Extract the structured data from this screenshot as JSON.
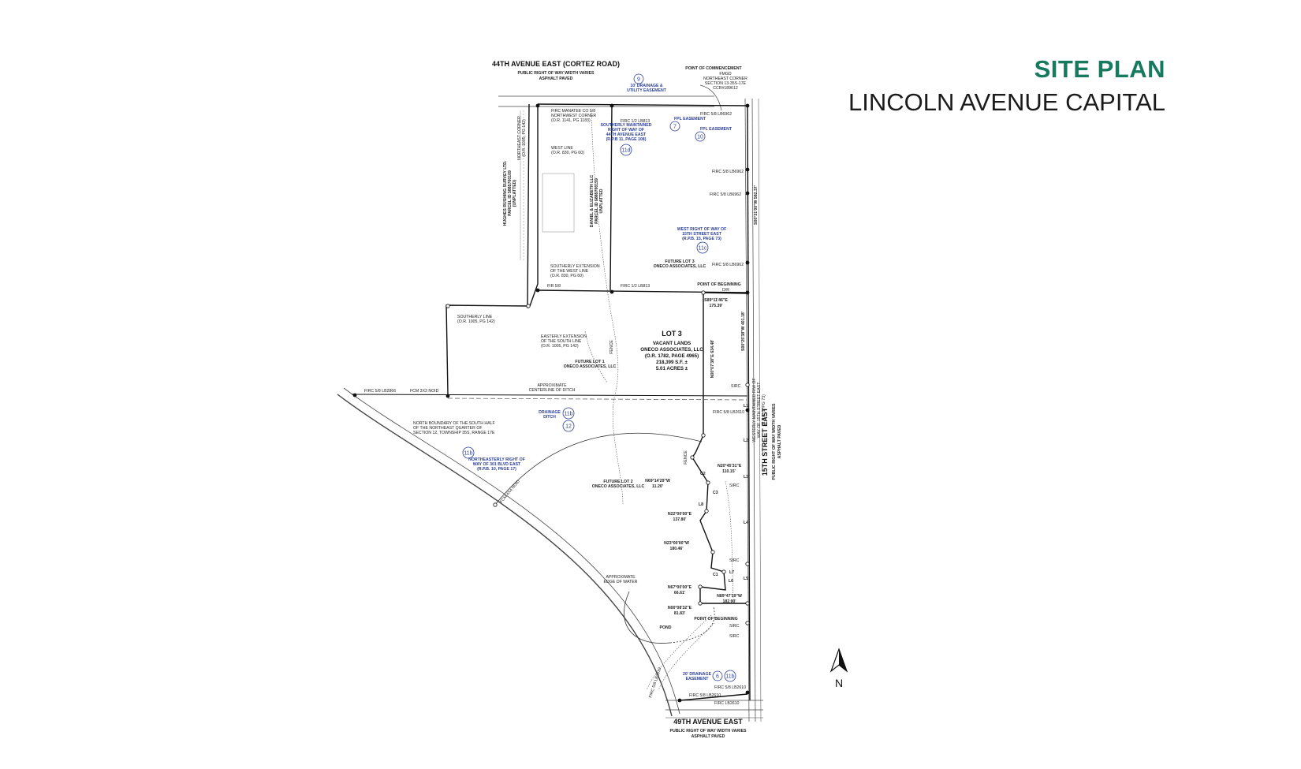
{
  "header": {
    "title": "SITE PLAN",
    "company": "LINCOLN AVENUE CAPITAL"
  },
  "colors": {
    "title": "#177a5e",
    "company": "#1b1b1b",
    "easement": "#2b3f9a",
    "lines": "#222222"
  },
  "roads": {
    "north": {
      "name": "44TH AVENUE EAST (CORTEZ ROAD)",
      "line1": "PUBLIC RIGHT OF WAY WIDTH VARIES",
      "line2": "ASPHALT PAVED"
    },
    "east": {
      "name": "15TH STREET EAST",
      "line1": "PUBLIC RIGHT OF WAY WIDTH VARIES",
      "line2": "ASPHALT PAVED"
    },
    "south": {
      "name": "49TH AVENUE EAST",
      "line1": "PUBLIC RIGHT OF WAY WIDTH VARIES",
      "line2": "ASPHALT PAVED"
    }
  },
  "lot3": {
    "title": "LOT 3",
    "line1": "VACANT LANDS",
    "line2": "ONECO ASSOCIATES, LLC",
    "line3": "(O.R. 1782, PAGE 4965)",
    "line4": "218,399 S.F. ±",
    "line5": "5.01 ACRES ±"
  },
  "future_lots": {
    "lot1": {
      "line1": "FUTURE LOT 1",
      "line2": "ONECO ASSOCIATES, LLC"
    },
    "lot2": {
      "line1": "FUTURE LOT 2",
      "line2": "ONECO ASSOCIATES, LLC"
    },
    "lot3": {
      "line1": "FUTURE LOT 3",
      "line2": "ONECO ASSOCIATES, LLC"
    }
  },
  "points": {
    "commencement": {
      "line1": "POINT OF COMMENCEMENT",
      "line2": "FMGD",
      "line3": "NORTHEAST CORNER",
      "line4": "SECTION 13-35S-17E",
      "line5": "CCR#189612"
    },
    "beginning_north": "POINT OF BEGINNING",
    "beginning_south": "POINT OF BEGINNING"
  },
  "easements": {
    "drainage_utility": {
      "line1": "10' DRAINAGE &",
      "line2": "UTILITY EASEMENT",
      "num": "9"
    },
    "fpl_west": {
      "text": "FPL EASEMENT",
      "num": "7"
    },
    "fpl_east": {
      "text": "FPL EASEMENT",
      "num": "10"
    },
    "southerly_row": {
      "line1": "SOUTHERLY MAINTAINED",
      "line2": "RIGHT OF WAY OF",
      "line3": "44TH AVENUE EAST",
      "line4": "(R.P.B 11, PAGE 108)",
      "num": "11d"
    },
    "west_row_15th": {
      "line1": "WEST RIGHT OF WAY OF",
      "line2": "15TH STREET EAST",
      "line3": "(R.P.B. 15, PAGE 73)",
      "num": "11c"
    },
    "drainage_ditch": {
      "line1": "DRAINAGE",
      "line2": "DITCH",
      "num_a": "11b",
      "num_b": "12"
    },
    "ne_row_301": {
      "line1": "NORTHEASTERLY RIGHT OF",
      "line2": "WAY OF 301 BLVD EAST",
      "line3": "(R.P.B. 10, PAGE 17)",
      "num": "11b"
    },
    "drainage_south": {
      "line1": "20' DRAINAGE",
      "line2": "EASEMENT",
      "num_a": "6",
      "num_b": "11b"
    }
  },
  "labels": {
    "firc_manatee": {
      "line1": "FIRC MANATEE CO 5/8",
      "line2": "NORTHWEST CORNER",
      "line3": "(O.R. 1141, PG 1183)"
    },
    "west_line": {
      "line1": "WEST LINE",
      "line2": "(O.R. 830, PG 60)"
    },
    "southerly_ext": {
      "line1": "SOUTHERLY EXTENSION",
      "line2": "OF THE WEST LINE",
      "line3": "(O.R. 830, PG 60)"
    },
    "southerly_line": {
      "line1": "SOUTHERLY LINE",
      "line2": "(O.R. 1005, PG 142)"
    },
    "easterly_ext": {
      "line1": "EASTERLY EXTENSION",
      "line2": "OF THE SOUTH LINE",
      "line3": "(O.R. 1005, PG 142)"
    },
    "centerline_ditch": {
      "line1": "APPROXIMATE",
      "line2": "CENTERLINE OF DITCH"
    },
    "north_boundary": {
      "line1": "NORTH BOUNDARY OF THE SOUTH HALF",
      "line2": "OF THE NORTHEAST QUARTER OF",
      "line3": "SECTION 12, TOWNSHIP 35S, RANGE 17E"
    },
    "edge_of_water": {
      "line1": "APPROXIMATE",
      "line2": "EDGE OF WATER"
    },
    "pond": "POND",
    "westerly_row": {
      "line1": "WESTERLY MAINTAINED R/W OF",
      "line2": "WAY OF 15TH STREET EAST",
      "line3": "(R.P.B. 1, PG 73)"
    },
    "hughes_parcel": {
      "line1": "HUGHES RUSHING SURVEY LTD.",
      "line2": "PARCEL ID 5885700109",
      "line3": "(UNPLATTED)"
    },
    "northeast_corner": {
      "line1": "NORTHEAST CORNER",
      "line2": "(O.R. 1005, PG 142)"
    },
    "daniel_parcel": {
      "line1": "DANIEL & ELIZABETH LLC",
      "line2": "PARCEL ID 5885700159",
      "line3": "UNPLATTED"
    },
    "fence_line": "FENCE",
    "firc_list": [
      "FIRC 1/2 LB813",
      "FIRC 5/8 LB6962",
      "FIRC 5/8 LB6962",
      "FIRC 5/8 LB6962",
      "FIRC 5/8 LB6962",
      "FIR 5/8",
      "FIRC 1/2 LB813",
      "FIRC 5/8 LB2866",
      "FCM 3X3 NOID",
      "FIRC 5/8 LB2610",
      "FCM 4X4 NOID",
      "FIRC 5/8 LB2610",
      "FIRC 5/8 LB2610",
      "FIRC LB2610",
      "SIRC",
      "SIRC",
      "SIRC",
      "SIRC",
      "SIRC",
      "D/R",
      "FIRC 5/8 LB2610"
    ]
  },
  "bearings": [
    {
      "bearing": "S89°11'46\"E",
      "distance": "175.39'"
    },
    {
      "bearing": "N20°45'31\"E",
      "distance": "110.15'"
    },
    {
      "bearing": "N69°14'29\"W",
      "distance": "11.20'"
    },
    {
      "bearing": "N22°00'00\"E",
      "distance": "137.80'"
    },
    {
      "bearing": "N23°00'00\"W",
      "distance": "180.46'"
    },
    {
      "bearing": "N67°00'00\"E",
      "distance": "66.61'"
    },
    {
      "bearing": "N00°08'32\"E",
      "distance": "81.83'"
    },
    {
      "bearing": "N89°47'29\"W",
      "distance": "182.90'"
    }
  ],
  "side_bearings": {
    "west_lot3": "N00°07'38\"E 634.48'",
    "east_lot3": "S00°25'38\"W 401.18'",
    "east_north": "S00°31'00\"W 582.37'"
  },
  "curve_labels": [
    "L1",
    "L2",
    "L3",
    "L4",
    "L5",
    "L6",
    "L7",
    "L8",
    "C1",
    "C2",
    "C3"
  ],
  "compass": {
    "label": "N"
  }
}
